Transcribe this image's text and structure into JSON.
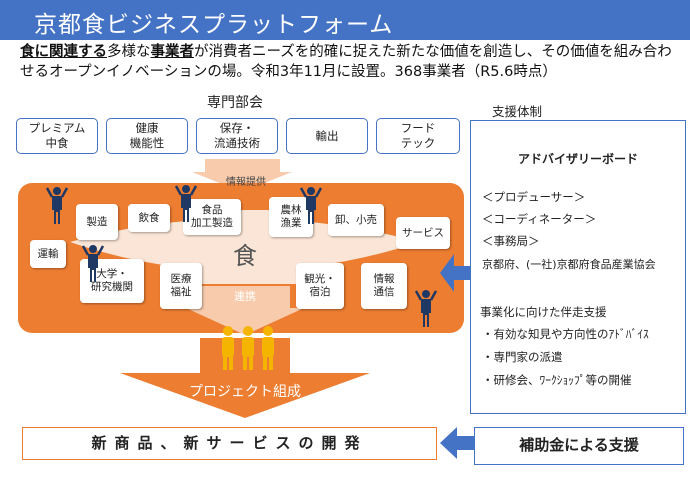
{
  "title": "京都食ビジネスプラットフォーム",
  "intro": {
    "part1": "食に関連する",
    "part2": "多様な",
    "part3": "事業者",
    "part4": "が消費者ニーズを的確に捉えた新たな価値を創造し、その価値を組み合わせるオープンイノベーションの場。令和3年11月に設置。368事業者（R5.6時点）"
  },
  "senmon": {
    "title": "専門部会",
    "items": [
      "プレミアム\n中食",
      "健康\n機能性",
      "保存・\n流通技術",
      "輸出",
      "フード\nテック"
    ]
  },
  "flow": {
    "info_label": "情報提供",
    "center": "食",
    "link_label": "連携",
    "project_label": "プロジェクト組成"
  },
  "members": [
    "運輸",
    "製造",
    "飲食",
    "食品\n加工製造",
    "農林\n漁業",
    "卸、小売",
    "サービス",
    "大学・\n研究機関",
    "医療\n福祉",
    "観光・\n宿泊",
    "情報\n通信"
  ],
  "support": {
    "title": "支援体制",
    "board": "アドバイザリーボード",
    "roles": [
      "＜プロデューサー＞",
      "＜コーディネーター＞",
      "＜事務局＞",
      "京都府、(一社)京都府食品産業協会"
    ],
    "promo_title": "事業化に向けた伴走支援",
    "promo_items": [
      "・有効な知見や方向性のｱﾄﾞﾊﾞｲｽ",
      "・専門家の派遣",
      "・研修会、ﾜｰｸｼｮｯﾌﾟ等の開催"
    ]
  },
  "output": "新商品、新サービスの開発",
  "subsidy": "補助金による支援",
  "colors": {
    "blue": "#4472c4",
    "orange": "#ed7d31",
    "navy": "#203864",
    "gold": "#f5b400",
    "lightorange": "#f8cbad"
  }
}
